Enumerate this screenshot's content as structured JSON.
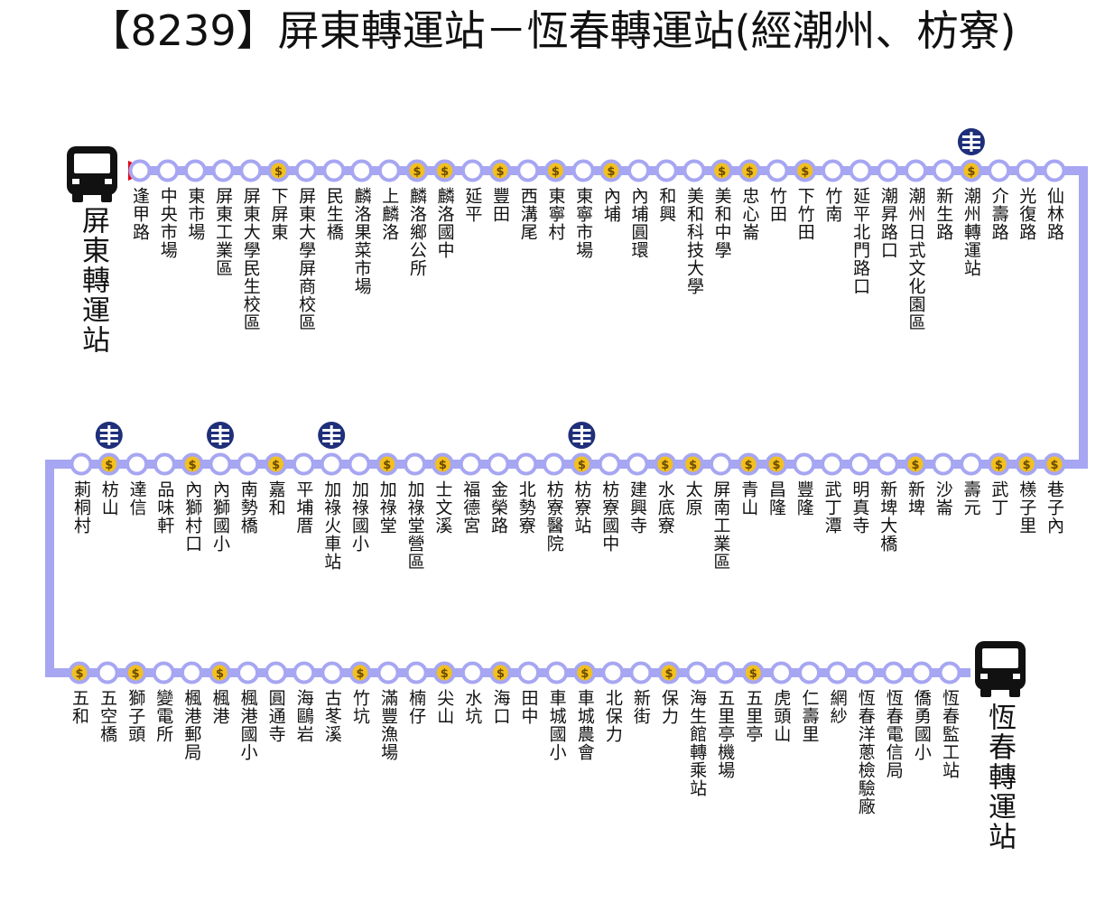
{
  "title": "【8239】屏東轉運站－恆春轉運站(經潮州、枋寮)",
  "terminals": {
    "start": "屏東轉運站",
    "end": "恆春轉運站"
  },
  "colors": {
    "route_line": "#a6a6f2",
    "stop_fill": "#ffffff",
    "fare_stop_fill": "#f2c020",
    "start_marker": "#e8000f",
    "rail_icon": "#1f2f7a"
  },
  "icons": {
    "terminal": "bus-icon",
    "fare_stop": "coin-dollar-icon",
    "rail_connection": "taiwan-railway-icon",
    "start": "red-triangle-icon"
  },
  "rows": [
    {
      "direction": "left-to-right",
      "stops": [
        {
          "name": "逢甲路",
          "fare": false,
          "rail": false
        },
        {
          "name": "中央市場",
          "fare": false,
          "rail": false
        },
        {
          "name": "東市場",
          "fare": false,
          "rail": false
        },
        {
          "name": "屏東工業區",
          "fare": false,
          "rail": false
        },
        {
          "name": "屏東大學民生校區",
          "fare": false,
          "rail": false
        },
        {
          "name": "下屏東",
          "fare": true,
          "rail": false
        },
        {
          "name": "屏東大學屏商校區",
          "fare": false,
          "rail": false
        },
        {
          "name": "民生橋",
          "fare": false,
          "rail": false
        },
        {
          "name": "麟洛果菜市場",
          "fare": false,
          "rail": false
        },
        {
          "name": "上麟洛",
          "fare": false,
          "rail": false
        },
        {
          "name": "麟洛鄉公所",
          "fare": true,
          "rail": false
        },
        {
          "name": "麟洛國中",
          "fare": true,
          "rail": false
        },
        {
          "name": "延平",
          "fare": false,
          "rail": false
        },
        {
          "name": "豐田",
          "fare": true,
          "rail": false
        },
        {
          "name": "西溝尾",
          "fare": false,
          "rail": false
        },
        {
          "name": "東寧村",
          "fare": true,
          "rail": false
        },
        {
          "name": "東寧市場",
          "fare": false,
          "rail": false
        },
        {
          "name": "內埔",
          "fare": true,
          "rail": false
        },
        {
          "name": "內埔圓環",
          "fare": false,
          "rail": false
        },
        {
          "name": "和興",
          "fare": false,
          "rail": false
        },
        {
          "name": "美和科技大學",
          "fare": false,
          "rail": false
        },
        {
          "name": "美和中學",
          "fare": true,
          "rail": false
        },
        {
          "name": "忠心崙",
          "fare": true,
          "rail": false
        },
        {
          "name": "竹田",
          "fare": false,
          "rail": false
        },
        {
          "name": "下竹田",
          "fare": true,
          "rail": false
        },
        {
          "name": "竹南",
          "fare": false,
          "rail": false
        },
        {
          "name": "延平北門路口",
          "fare": false,
          "rail": false
        },
        {
          "name": "潮昇路口",
          "fare": false,
          "rail": false
        },
        {
          "name": "潮州日式文化園區",
          "fare": false,
          "rail": false
        },
        {
          "name": "新生路",
          "fare": false,
          "rail": false
        },
        {
          "name": "潮州轉運站",
          "fare": true,
          "rail": true
        },
        {
          "name": "介壽路",
          "fare": false,
          "rail": false
        },
        {
          "name": "光復路",
          "fare": false,
          "rail": false
        },
        {
          "name": "仙林路",
          "fare": false,
          "rail": false
        }
      ]
    },
    {
      "direction": "right-to-left",
      "stops": [
        {
          "name": "巷子內",
          "fare": true,
          "rail": false
        },
        {
          "name": "檨子里",
          "fare": true,
          "rail": false
        },
        {
          "name": "武丁",
          "fare": true,
          "rail": false
        },
        {
          "name": "壽元",
          "fare": false,
          "rail": false
        },
        {
          "name": "沙崙",
          "fare": false,
          "rail": false
        },
        {
          "name": "新埤",
          "fare": true,
          "rail": false
        },
        {
          "name": "新埤大橋",
          "fare": false,
          "rail": false
        },
        {
          "name": "明真寺",
          "fare": false,
          "rail": false
        },
        {
          "name": "武丁潭",
          "fare": false,
          "rail": false
        },
        {
          "name": "豐隆",
          "fare": false,
          "rail": false
        },
        {
          "name": "昌隆",
          "fare": true,
          "rail": false
        },
        {
          "name": "青山",
          "fare": true,
          "rail": false
        },
        {
          "name": "屏南工業區",
          "fare": false,
          "rail": false
        },
        {
          "name": "太原",
          "fare": true,
          "rail": false
        },
        {
          "name": "水底寮",
          "fare": true,
          "rail": false
        },
        {
          "name": "建興寺",
          "fare": false,
          "rail": false
        },
        {
          "name": "枋寮國中",
          "fare": false,
          "rail": false
        },
        {
          "name": "枋寮站",
          "fare": true,
          "rail": true
        },
        {
          "name": "枋寮醫院",
          "fare": false,
          "rail": false
        },
        {
          "name": "北勢寮",
          "fare": false,
          "rail": false
        },
        {
          "name": "金榮路",
          "fare": false,
          "rail": false
        },
        {
          "name": "福德宮",
          "fare": false,
          "rail": false
        },
        {
          "name": "士文溪",
          "fare": true,
          "rail": false
        },
        {
          "name": "加祿堂營區",
          "fare": false,
          "rail": false
        },
        {
          "name": "加祿堂",
          "fare": true,
          "rail": false
        },
        {
          "name": "加祿國小",
          "fare": false,
          "rail": false
        },
        {
          "name": "加祿火車站",
          "fare": false,
          "rail": true
        },
        {
          "name": "平埔厝",
          "fare": false,
          "rail": false
        },
        {
          "name": "嘉和",
          "fare": true,
          "rail": false
        },
        {
          "name": "南勢橋",
          "fare": false,
          "rail": false
        },
        {
          "name": "內獅國小",
          "fare": false,
          "rail": true
        },
        {
          "name": "內獅村口",
          "fare": true,
          "rail": false
        },
        {
          "name": "品味軒",
          "fare": false,
          "rail": false
        },
        {
          "name": "達信",
          "fare": false,
          "rail": false
        },
        {
          "name": "枋山",
          "fare": true,
          "rail": true
        },
        {
          "name": "莿桐村",
          "fare": false,
          "rail": false
        }
      ]
    },
    {
      "direction": "left-to-right",
      "stops": [
        {
          "name": "五和",
          "fare": true,
          "rail": false
        },
        {
          "name": "五空橋",
          "fare": false,
          "rail": false
        },
        {
          "name": "獅子頭",
          "fare": true,
          "rail": false
        },
        {
          "name": "變電所",
          "fare": false,
          "rail": false
        },
        {
          "name": "楓港郵局",
          "fare": false,
          "rail": false
        },
        {
          "name": "楓港",
          "fare": true,
          "rail": false
        },
        {
          "name": "楓港國小",
          "fare": false,
          "rail": false
        },
        {
          "name": "圓通寺",
          "fare": false,
          "rail": false
        },
        {
          "name": "海鷗岩",
          "fare": false,
          "rail": false
        },
        {
          "name": "古苳溪",
          "fare": false,
          "rail": false
        },
        {
          "name": "竹坑",
          "fare": true,
          "rail": false
        },
        {
          "name": "滿豐漁場",
          "fare": false,
          "rail": false
        },
        {
          "name": "楠仔",
          "fare": false,
          "rail": false
        },
        {
          "name": "尖山",
          "fare": true,
          "rail": false
        },
        {
          "name": "水坑",
          "fare": false,
          "rail": false
        },
        {
          "name": "海口",
          "fare": true,
          "rail": false
        },
        {
          "name": "田中",
          "fare": false,
          "rail": false
        },
        {
          "name": "車城國小",
          "fare": false,
          "rail": false
        },
        {
          "name": "車城農會",
          "fare": true,
          "rail": false
        },
        {
          "name": "北保力",
          "fare": false,
          "rail": false
        },
        {
          "name": "新街",
          "fare": false,
          "rail": false
        },
        {
          "name": "保力",
          "fare": true,
          "rail": false
        },
        {
          "name": "海生館轉乘站",
          "fare": false,
          "rail": false
        },
        {
          "name": "五里亭機場",
          "fare": false,
          "rail": false
        },
        {
          "name": "五里亭",
          "fare": true,
          "rail": false
        },
        {
          "name": "虎頭山",
          "fare": false,
          "rail": false
        },
        {
          "name": "仁壽里",
          "fare": false,
          "rail": false
        },
        {
          "name": "網紗",
          "fare": false,
          "rail": false
        },
        {
          "name": "恆春洋蔥檢驗廠",
          "fare": false,
          "rail": false
        },
        {
          "name": "恆春電信局",
          "fare": false,
          "rail": false
        },
        {
          "name": "僑勇國小",
          "fare": false,
          "rail": false
        },
        {
          "name": "恆春監工站",
          "fare": false,
          "rail": false
        }
      ]
    }
  ]
}
